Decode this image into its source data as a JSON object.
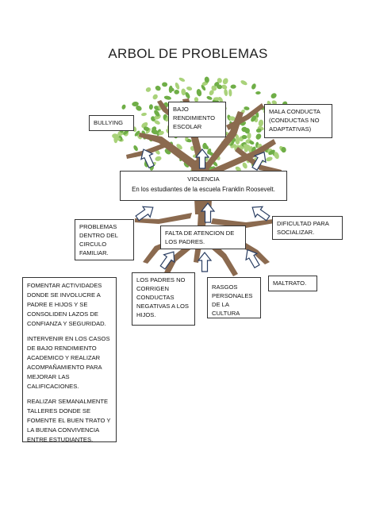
{
  "title": "ARBOL DE PROBLEMAS",
  "colors": {
    "trunk": "#8b6a4f",
    "leaf_light": "#a9d27a",
    "leaf_dark": "#6fae47",
    "arrow_stroke": "#2b3f63",
    "box_border": "#333333"
  },
  "effects": {
    "bullying": "BULLYING",
    "bajo_rendimiento": [
      "BAJO",
      "RENDIMIENTO",
      "ESCOLAR"
    ],
    "mala_conducta": [
      "MALA CONDUCTA",
      "(CONDUCTAS NO",
      "ADAPTATIVAS)"
    ]
  },
  "core": {
    "title": "VIOLENCIA",
    "subtitle": "En los estudiantes de la escuela Franklin Roosevelt."
  },
  "causes": {
    "problemas": [
      "PROBLEMAS",
      "DENTRO DEL",
      "CIRCULO",
      "FAMILIAR."
    ],
    "falta_atencion": [
      "FALTA DE ATENCION DE",
      "LOS PADRES."
    ],
    "dificultad": [
      "DIFICULTAD PARA",
      "SOCIALIZAR."
    ],
    "padres_no_corrigen": [
      "LOS PADRES NO",
      "CORRIGEN",
      "CONDUCTAS",
      "NEGATIVAS  A LOS",
      "HIJOS."
    ],
    "rasgos": [
      "RASGOS",
      "PERSONALES",
      "DE LA CULTURA"
    ],
    "maltrato": "MALTRATO."
  },
  "solutions": [
    "FOMENTAR ACTIVIDADES DONDE SE INVOLUCRE A PADRE E HIJOS Y SE CONSOLIDEN LAZOS DE CONFIANZA Y SEGURIDAD.",
    "INTERVENIR EN LOS CASOS DE BAJO RENDIMIENTO ACADEMICO Y REALIZAR ACOMPAÑAMIENTO PARA MEJORAR LAS CALIFICACIONES.",
    "REALIZAR SEMANALMENTE TALLERES DONDE SE FOMENTE EL BUEN TRATO Y LA BUENA CONVIVENCIA ENTRE ESTUDIANTES."
  ]
}
